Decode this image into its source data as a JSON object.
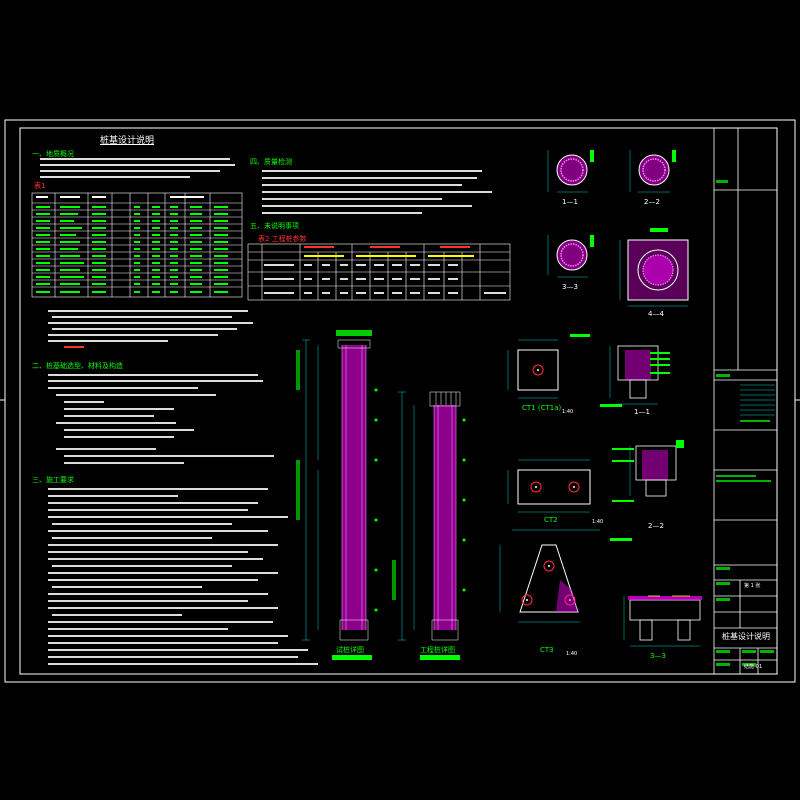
{
  "drawing": {
    "main_title": "桩基设计说明",
    "sections": [
      {
        "num": "一、",
        "title": "地质概况"
      },
      {
        "num": "二、",
        "title": "桩基础选型、材料及构造"
      },
      {
        "num": "三、",
        "title": "施工要求"
      },
      {
        "num": "四、",
        "title": "质量检测"
      },
      {
        "num": "五、",
        "title": "未说明事项"
      }
    ],
    "table1_label": "表1",
    "table2_label": "表2  工程桩参数",
    "section_views": [
      "1—1",
      "2—2",
      "3—3",
      "4—4"
    ],
    "pile_views": [
      "试桩详图",
      "工程桩详图"
    ],
    "cap_labels": [
      "CT1 (CT1a)",
      "CT2",
      "CT3",
      "3—3"
    ],
    "cap_section_labels": [
      "1—1",
      "2—2"
    ],
    "scale_label": "1:40",
    "title_block": {
      "drawing_name": "桩基设计说明",
      "drawing_no": "结施-01",
      "sheet_label": "第 1 张"
    }
  },
  "colors": {
    "background": "#000000",
    "frame": "#ffffff",
    "text_primary": "#ffffff",
    "heading": "#00ff00",
    "table_text": "#00ff00",
    "rebar": "#ff00ff",
    "accent": "#ffff00",
    "dimension": "#00ffff",
    "cap_circle": "#ff3030"
  }
}
